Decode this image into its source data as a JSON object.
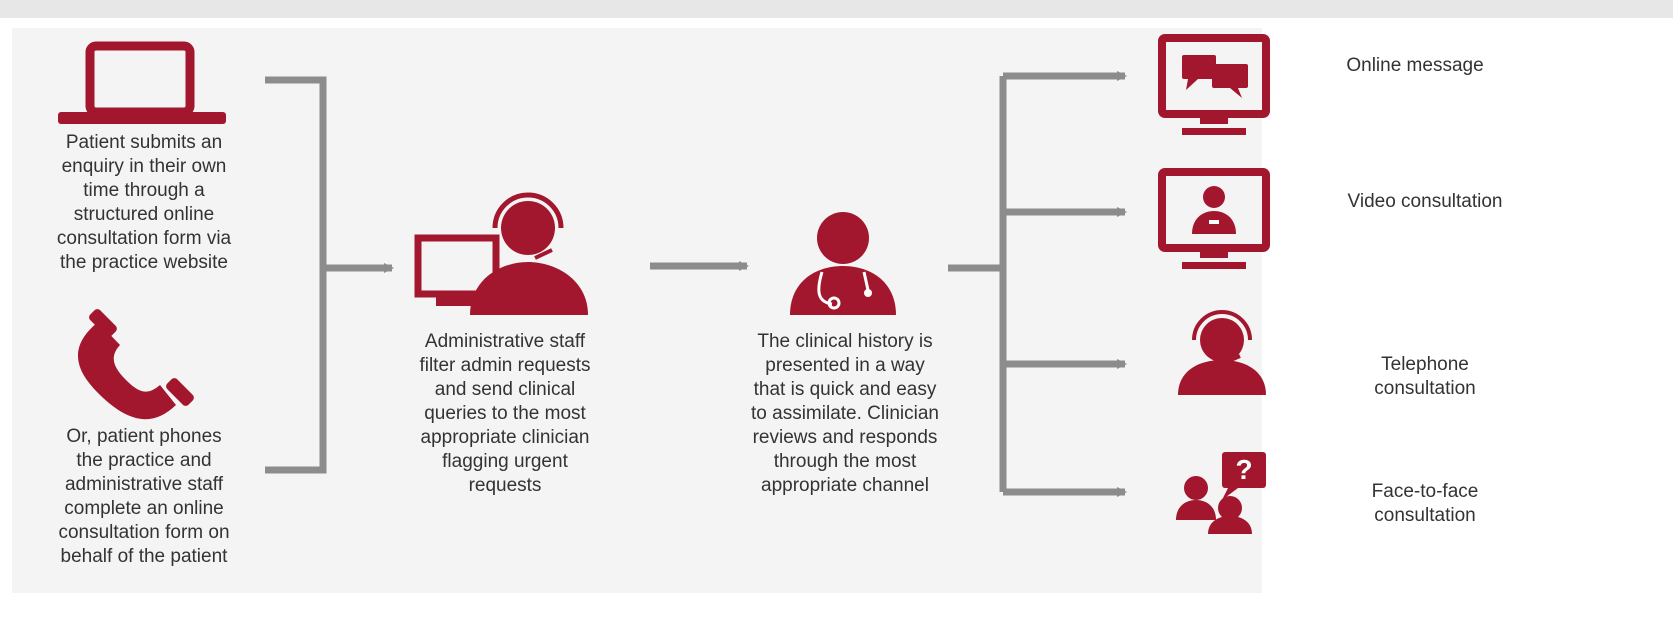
{
  "colors": {
    "accent": "#a3172e",
    "arrow": "#8c8c8c",
    "text": "#333333",
    "panel": "#f4f4f4"
  },
  "sources": [
    {
      "icon": "laptop-icon",
      "text": "Patient submits an\nenquiry in their own\ntime through a\nstructured online\nconsultation form via\nthe practice website"
    },
    {
      "icon": "phone-icon",
      "text": "Or, patient phones\nthe practice and\nadministrative staff\ncomplete an online\nconsultation form on\nbehalf of the patient"
    }
  ],
  "steps": [
    {
      "icon": "admin-staff-icon",
      "text": "Administrative staff\nfilter admin requests\nand send clinical\nqueries to the most\nappropriate clinician\nflagging urgent\nrequests"
    },
    {
      "icon": "clinician-icon",
      "text": "The clinical history is\npresented in a way\nthat is quick and easy\nto assimilate. Clinician\nreviews and responds\nthrough the most\nappropriate channel"
    }
  ],
  "channels": [
    {
      "icon": "online-message-icon",
      "label": "Online message"
    },
    {
      "icon": "video-consultation-icon",
      "label": "Video consultation"
    },
    {
      "icon": "telephone-icon",
      "label": "Telephone\nconsultation"
    },
    {
      "icon": "face-to-face-icon",
      "label": "Face-to-face\nconsultation"
    }
  ]
}
